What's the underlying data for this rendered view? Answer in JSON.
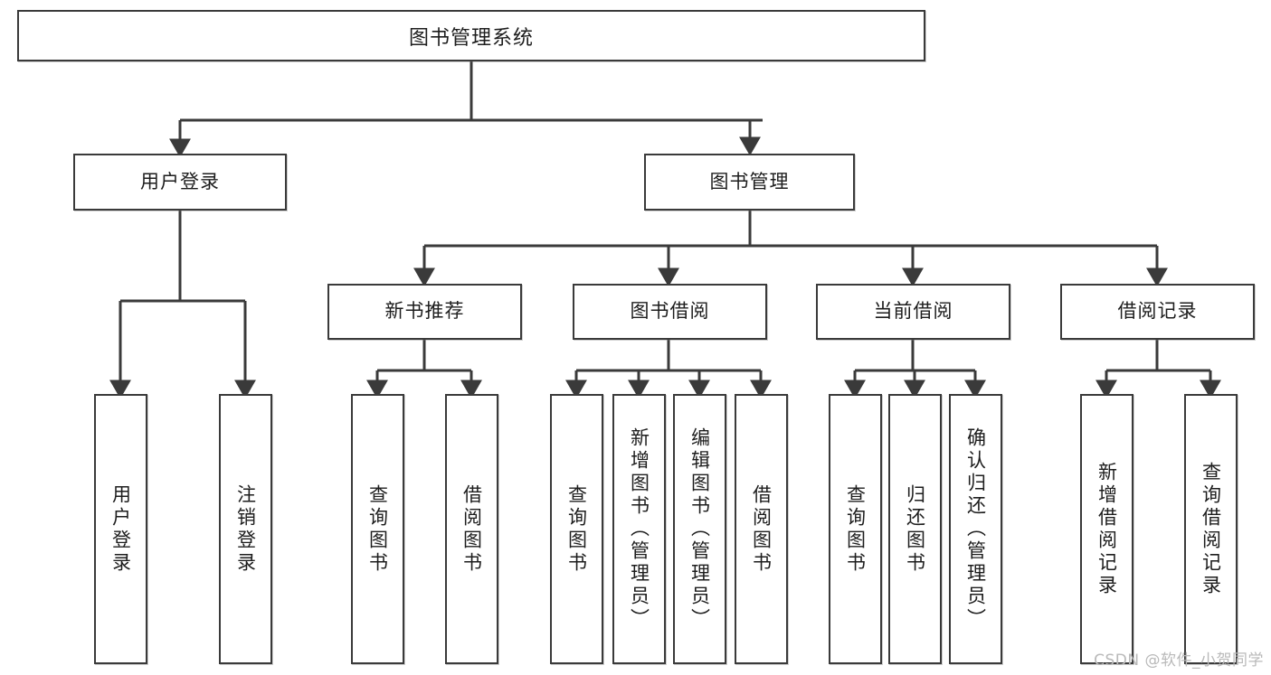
{
  "diagram": {
    "title": "图书管理系统",
    "type": "tree-hierarchy-chart",
    "colors": {
      "stroke": "#3a3a3a",
      "fill": "#ffffff",
      "text": "#1d1d1d",
      "watermark": "#b9b9b9"
    },
    "root": {
      "label": "图书管理系统"
    },
    "level2": [
      {
        "label": "用户登录"
      },
      {
        "label": "图书管理"
      }
    ],
    "level3": [
      {
        "label": "新书推荐"
      },
      {
        "label": "图书借阅"
      },
      {
        "label": "当前借阅"
      },
      {
        "label": "借阅记录"
      }
    ],
    "leaves": {
      "user_login": [
        {
          "label": "用户登录"
        },
        {
          "label": "注销登录"
        }
      ],
      "new_book_recommend": [
        {
          "label": "查询图书"
        },
        {
          "label": "借阅图书"
        }
      ],
      "book_borrow": [
        {
          "label": "查询图书"
        },
        {
          "label": "新增图书（管理员）"
        },
        {
          "label": "编辑图书（管理员）"
        },
        {
          "label": "借阅图书"
        }
      ],
      "current_borrow": [
        {
          "label": "查询图书"
        },
        {
          "label": "归还图书"
        },
        {
          "label": "确认归还（管理员）"
        }
      ],
      "borrow_record": [
        {
          "label": "新增借阅记录"
        },
        {
          "label": "查询借阅记录"
        }
      ]
    },
    "watermark": "CSDN @软件_小贺同学"
  }
}
